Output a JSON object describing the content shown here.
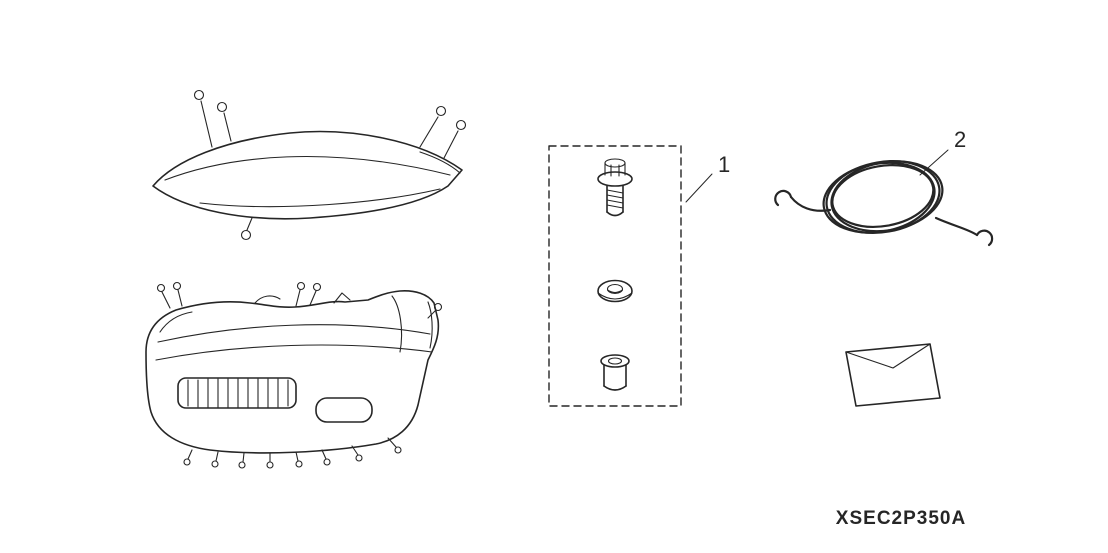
{
  "diagram": {
    "callouts": {
      "hardware_kit": "1",
      "tether_cord": "2"
    },
    "part_code": "XSEC2P350A",
    "colors": {
      "line": "#262626",
      "background": "#ffffff"
    },
    "icons": [
      {
        "name": "nose-mask-cover-illustration"
      },
      {
        "name": "front-bumper-illustration"
      },
      {
        "name": "hardware-kit-illustration"
      },
      {
        "name": "tether-cord-illustration"
      },
      {
        "name": "instruction-envelope-illustration"
      }
    ]
  }
}
